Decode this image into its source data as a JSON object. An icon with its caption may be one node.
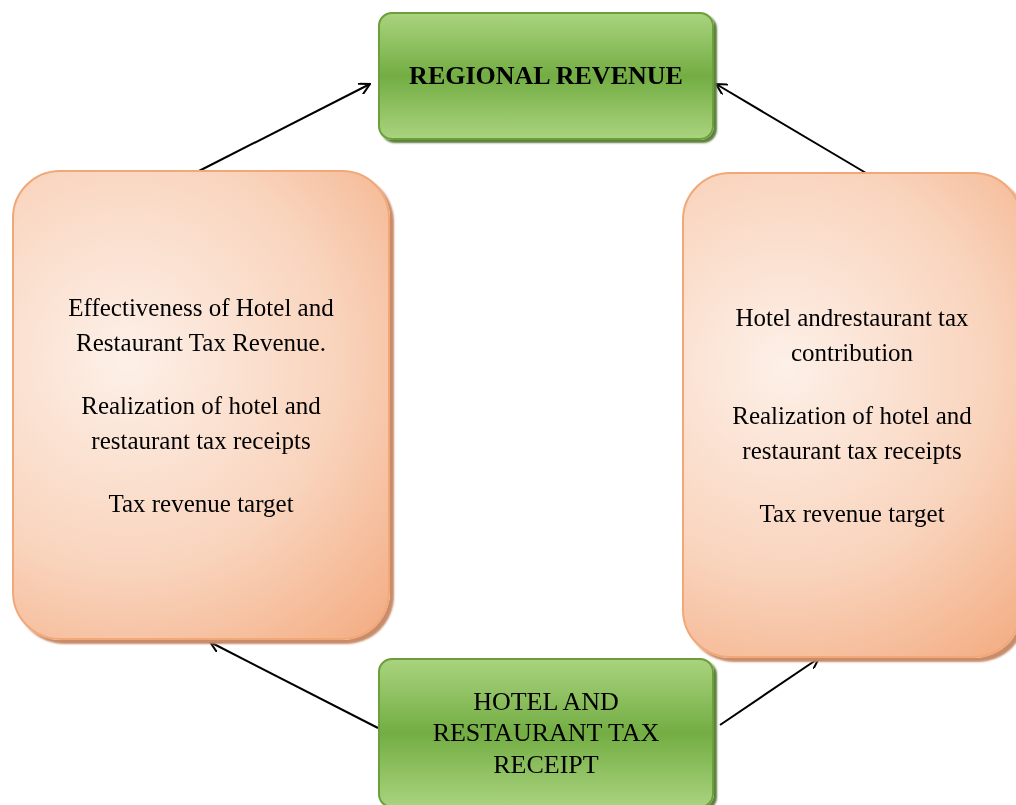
{
  "diagram": {
    "nodes": [
      {
        "text": [
          "REGIONAL REVENUE"
        ]
      },
      {
        "text": [
          "Effectiveness of Hotel and Restaurant Tax Revenue.",
          "Realization of hotel and restaurant tax receipts",
          "Tax revenue target"
        ]
      },
      {
        "text": [
          "Hotel andrestaurant tax contribution",
          "Realization of hotel and restaurant tax receipts",
          "Tax revenue target"
        ]
      },
      {
        "text": [
          "HOTEL AND RESTAURANT TAX RECEIPT"
        ]
      }
    ],
    "edges": [
      {
        "from": 1,
        "to": 0,
        "arrow": "to"
      },
      {
        "from": 2,
        "to": 0,
        "arrow": "to"
      },
      {
        "from": 3,
        "to": 1,
        "arrow": "to"
      },
      {
        "from": 3,
        "to": 2,
        "arrow": "to"
      }
    ]
  }
}
